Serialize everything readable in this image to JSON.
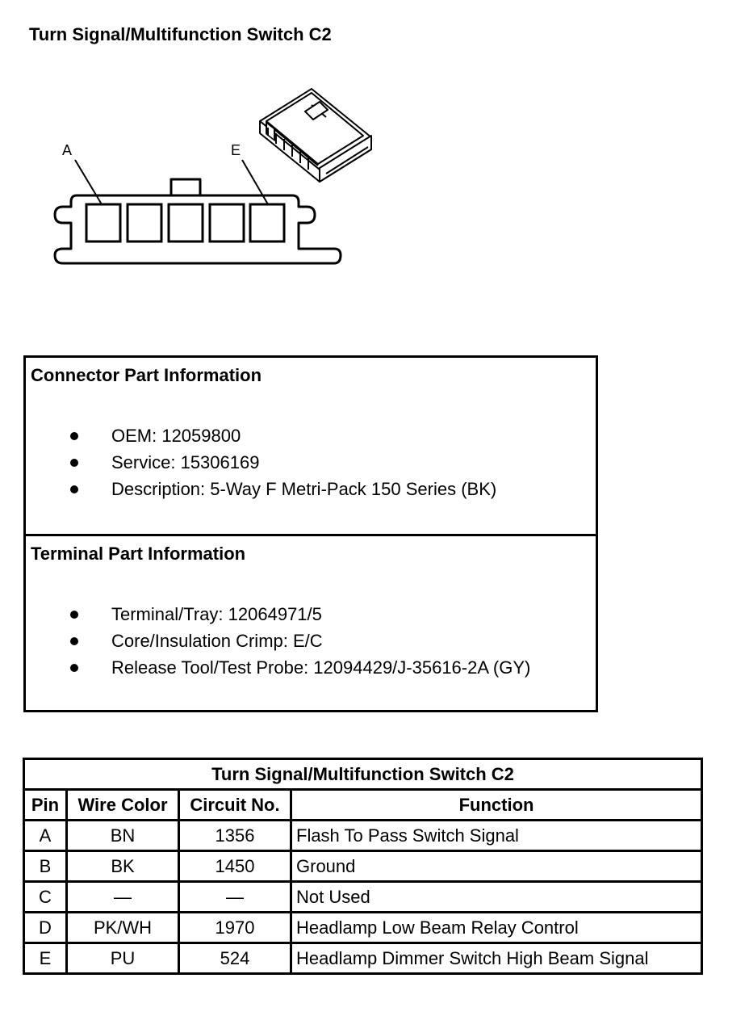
{
  "page_title": "Turn Signal/Multifunction Switch C2",
  "diagram": {
    "pin_labels": [
      "A",
      "E"
    ],
    "cavity_count": 5
  },
  "connector_info": {
    "title": "Connector Part Information",
    "items": [
      "OEM: 12059800",
      "Service: 15306169",
      "Description: 5-Way F Metri-Pack 150 Series (BK)"
    ]
  },
  "terminal_info": {
    "title": "Terminal Part Information",
    "items": [
      "Terminal/Tray: 12064971/5",
      "Core/Insulation Crimp: E/C",
      "Release Tool/Test Probe: 12094429/J-35616-2A (GY)"
    ]
  },
  "pin_table": {
    "caption": "Turn Signal/Multifunction Switch C2",
    "headers": [
      "Pin",
      "Wire Color",
      "Circuit No.",
      "Function"
    ],
    "rows": [
      {
        "pin": "A",
        "wire_color": "BN",
        "circuit": "1356",
        "function": "Flash To Pass Switch Signal"
      },
      {
        "pin": "B",
        "wire_color": "BK",
        "circuit": "1450",
        "function": "Ground"
      },
      {
        "pin": "C",
        "wire_color": "—",
        "circuit": "—",
        "function": "Not Used"
      },
      {
        "pin": "D",
        "wire_color": "PK/WH",
        "circuit": "1970",
        "function": "Headlamp Low Beam Relay Control"
      },
      {
        "pin": "E",
        "wire_color": "PU",
        "circuit": "524",
        "function": "Headlamp Dimmer Switch High Beam Signal"
      }
    ]
  }
}
